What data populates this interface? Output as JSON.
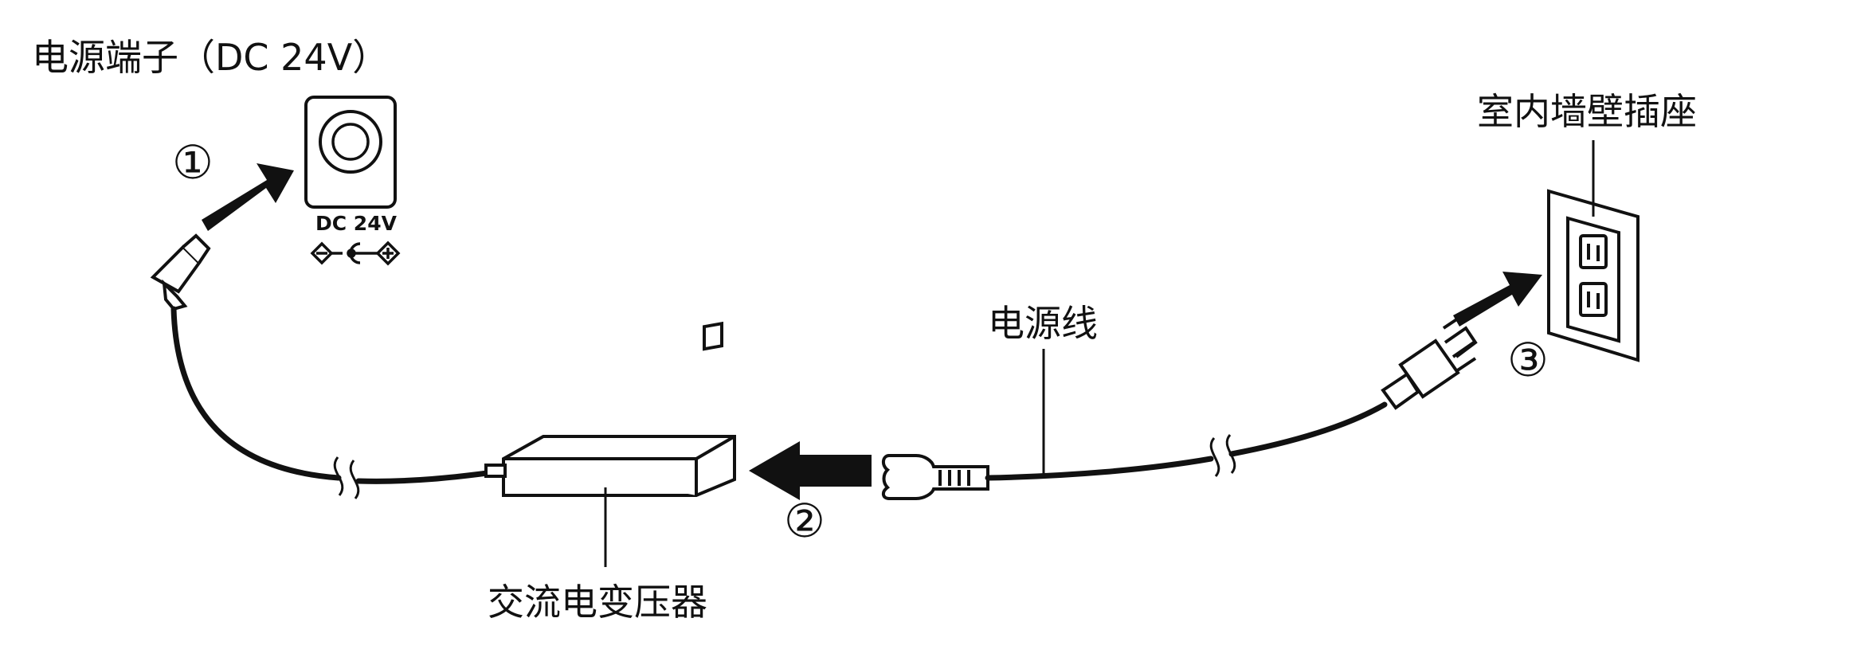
{
  "labels": {
    "power_terminal": "电源端子（DC 24V）",
    "wall_outlet": "室内墙壁插座",
    "power_cord": "电源线",
    "ac_adapter": "交流电变压器",
    "jack_rating": "DC 24V"
  },
  "steps": [
    "①",
    "②",
    "③"
  ],
  "colors": {
    "line": "#111111",
    "background": "#ffffff"
  }
}
